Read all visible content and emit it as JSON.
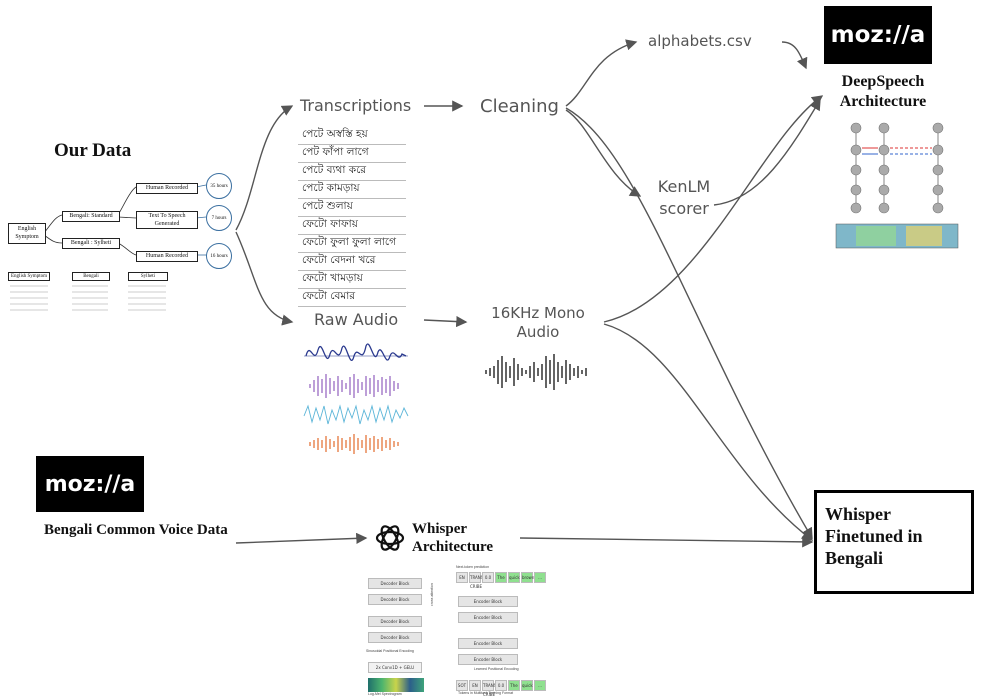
{
  "our_data": {
    "title": "Our Data",
    "tree": {
      "root": "English Symptom",
      "bengali_standard": "Bengali: Standard",
      "bengali_sylheti": "Bengali : Sylheti",
      "human_recorded_1": "Human Recorded",
      "tts": "Text To Speech Generated",
      "human_recorded_2": "Human Recorded",
      "hours_1": "35 hours",
      "hours_2": "7 hours",
      "hours_3": "16 hours"
    },
    "mini_table_headers": [
      "English Symptom",
      "Bengali",
      "Sylheti"
    ]
  },
  "transcriptions": {
    "label": "Transcriptions",
    "rows": [
      "পেটে অস্বস্তি হয়",
      "পেট ফাঁপা লাগে",
      "পেটে ব্যথা করে",
      "পেটে কামড়ায়",
      "পেটে শুলায়",
      "ফেটো ফাফায়",
      "ফেটো ফুলা ফুলা লাগে",
      "ফেটো বেদনা খরে",
      "ফেটো খামড়ায়",
      "ফেটো বেমার"
    ]
  },
  "cleaning": {
    "label": "Cleaning"
  },
  "alphabets": {
    "label": "alphabets.csv"
  },
  "kenlm": {
    "label": "KenLM scorer"
  },
  "raw_audio": {
    "label": "Raw Audio"
  },
  "mono_audio": {
    "label": "16KHz Mono Audio"
  },
  "deepspeech": {
    "logo": "moz://a",
    "label": "DeepSpeech Architecture"
  },
  "common_voice": {
    "logo": "moz://a",
    "label": "Bengali Common Voice Data"
  },
  "whisper": {
    "label": "Whisper Architecture"
  },
  "whisper_diagram": {
    "blocks": [
      "Decoder Block",
      "Decoder Block",
      "Decoder Block",
      "Decoder Block",
      "Encoder Block",
      "Encoder Block",
      "Encoder Block",
      "Encoder Block"
    ],
    "conv_label": "2x Conv1D + GELU",
    "tokens_top": [
      "EN",
      "TRANS-CRIBE",
      "0.0",
      "The",
      "quick",
      "brown",
      "..."
    ],
    "tokens_bottom": [
      "SOT",
      "EN",
      "TRANS-CRIBE",
      "0.0",
      "The",
      "quick",
      "..."
    ],
    "cross_attention": "cross attention",
    "next_token": "Next-token prediction",
    "sin_pos": "Sinusoidal Positional Encoding",
    "learned_pos": "Learned Positional Encoding",
    "tokens_multitask": "Tokens in Multitask Training Format",
    "spectrogram": "Log-Mel Spectrogram"
  },
  "final": {
    "label": "Whisper Finetuned in Bengali"
  }
}
